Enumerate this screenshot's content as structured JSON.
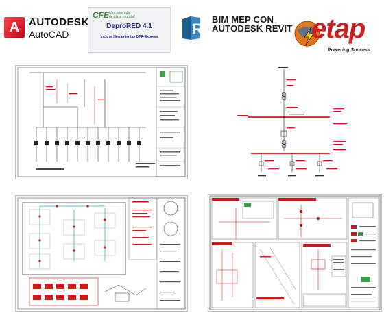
{
  "logos": {
    "autodesk": {
      "brand": "AUTODESK",
      "product": "AutoCAD",
      "icon_letter": "A",
      "color": "#d0021b"
    },
    "cfe": {
      "mark": "CFE",
      "tagline_1": "Una empresa",
      "tagline_2": "de clase mundial",
      "title": "DeproRED 4.1",
      "subtitle": "Incluye Herramientas DPR-Express",
      "color": "#3b8a3e"
    },
    "revit": {
      "line1": "BIM MEP CON",
      "line2": "AUTODESK REVIT",
      "icon": "revit-r-icon"
    },
    "etap": {
      "word": "etap",
      "tagline": "Powering Success",
      "color": "#cc1f22"
    }
  },
  "drawings": [
    {
      "name": "autocad-single-line-diagram",
      "icon": "drawing-thumbnail"
    },
    {
      "name": "etap-one-line-diagram",
      "icon": "drawing-thumbnail"
    },
    {
      "name": "revit-electrical-floor-plan",
      "icon": "drawing-thumbnail"
    },
    {
      "name": "cfe-distribution-network-plan",
      "icon": "drawing-thumbnail"
    }
  ]
}
